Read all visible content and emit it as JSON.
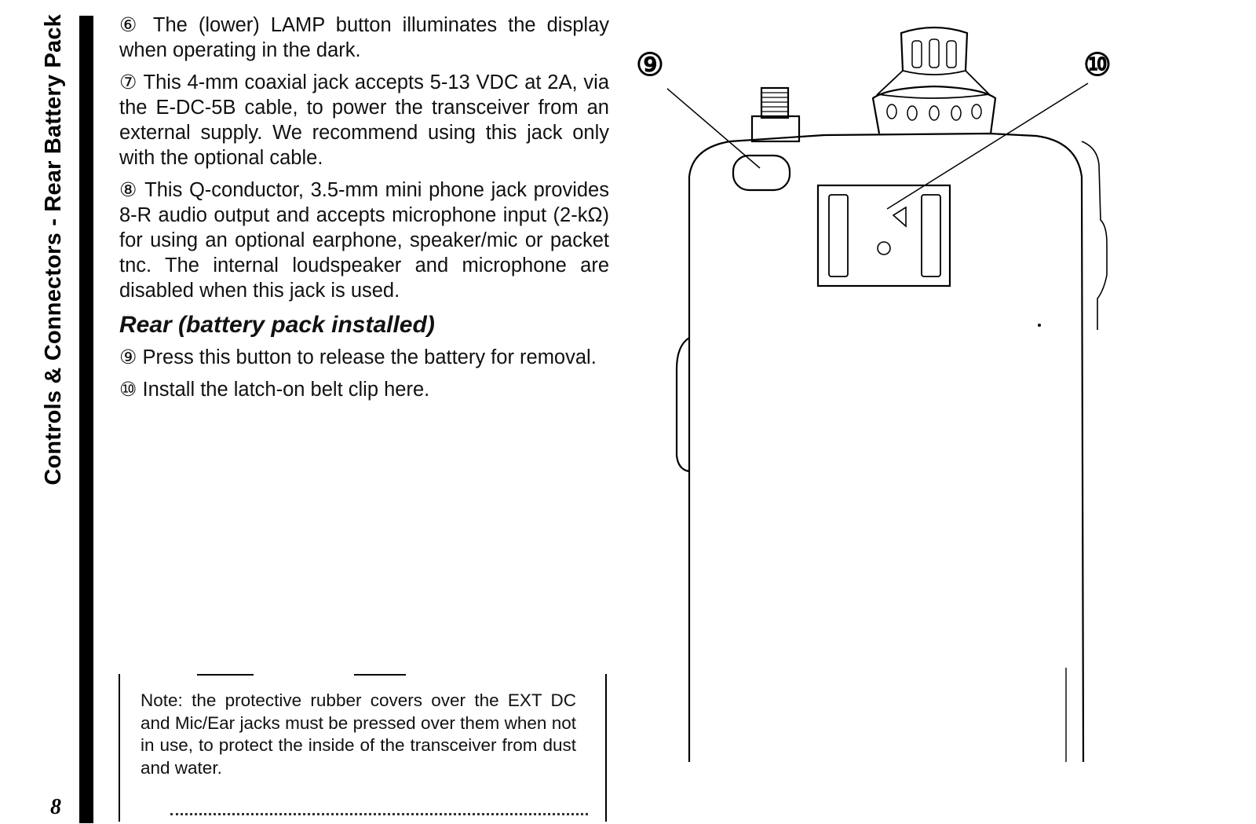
{
  "side_title": "Controls & Connectors - Rear Battery Pack",
  "page_number": "8",
  "paragraphs": [
    {
      "num": "⑥",
      "text": "The (lower) LAMP button illuminates the display when operating in the dark."
    },
    {
      "num": "⑦",
      "text": "This 4-mm coaxial jack accepts 5-13 VDC at 2A, via the E-DC-5B cable, to power the transceiver from an external supply. We recommend using this jack only with the optional cable."
    },
    {
      "num": "⑧",
      "text": "This Q-conductor, 3.5-mm mini phone jack provides 8-R audio output and accepts microphone input (2-kΩ) for using an optional earphone, speaker/mic or packet tnc. The internal loudspeaker and microphone are disabled when this jack is used."
    }
  ],
  "section_heading": "Rear (battery pack installed)",
  "rear_items": [
    {
      "num": "⑨",
      "text": "Press this button to release the battery for removal."
    },
    {
      "num": "⑩",
      "text": "Install the latch-on belt clip here."
    }
  ],
  "note": {
    "label": "Note:",
    "text": "the protective rubber covers over the EXT DC and Mic/Ear jacks must be pressed over them when not in use, to protect the inside of the transceiver from dust and water."
  },
  "figure": {
    "callouts": [
      "⑨",
      "⑩"
    ]
  }
}
